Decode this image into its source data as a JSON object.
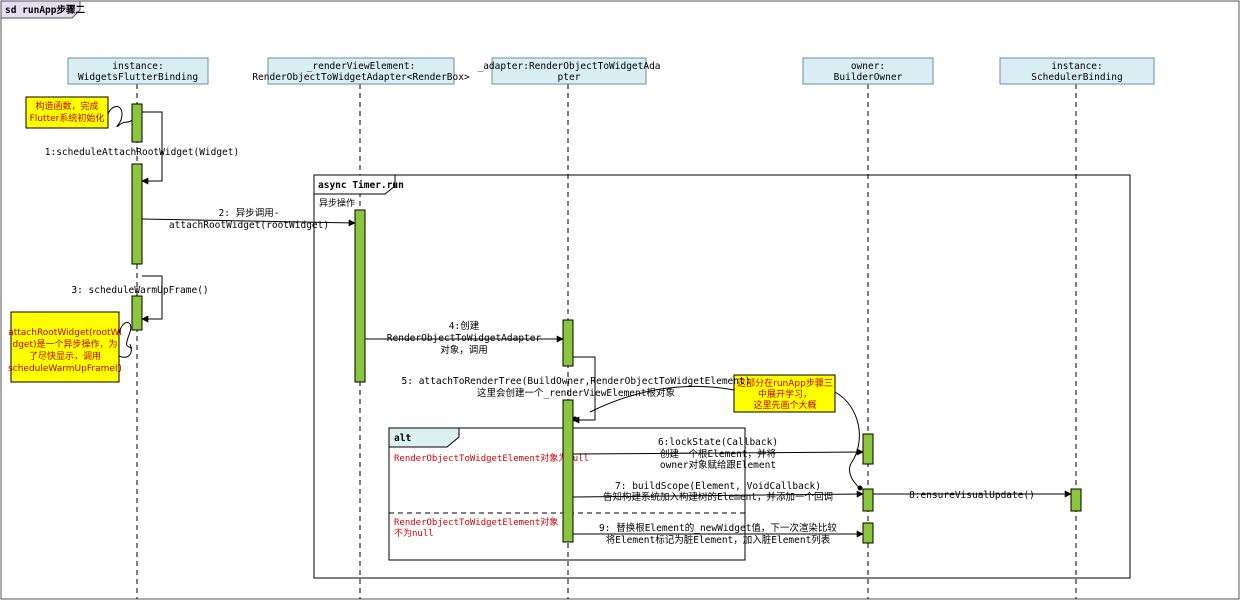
{
  "frame_title": "sd runApp步骤二",
  "participants": [
    {
      "line1": "instance:",
      "line2": "WidgetsFlutterBinding"
    },
    {
      "line1": "_renderViewElement:",
      "line2": "RenderObjectToWidgetAdapter<RenderBox>"
    },
    {
      "line1": "_adapter:RenderObjectToWidgetAda",
      "line2": "pter"
    },
    {
      "line1": "owner:",
      "line2": "BuilderOwner"
    },
    {
      "line1": "instance:",
      "line2": "SchedulerBinding"
    }
  ],
  "notes": {
    "init": [
      "构造函数，完成",
      "Flutter系统初始化"
    ],
    "warmup": [
      "attachRootWidget(rootWi",
      "dget)是一个异步操作，为",
      "了尽快显示，调用",
      "scheduleWarmUpFrame()"
    ],
    "runapp3": [
      "这部分在runApp步骤三",
      "中展开学习，",
      "这里先画个大概"
    ]
  },
  "fragments": {
    "async_label": "async Timer.run",
    "async_guard": "异步操作",
    "alt_label": "alt",
    "alt_guard1": "RenderObjectToWidgetElement对象为null",
    "alt_guard2": [
      "RenderObjectToWidgetElement对象",
      "不为null"
    ]
  },
  "messages": {
    "m1": "1:scheduleAttachRootWidget(Widget)",
    "m2": [
      "2: 异步调用-",
      "attachRootWidget(rootWidget)"
    ],
    "m3": "3: scheduleWarmUpFrame()",
    "m4": [
      "4:创建",
      "RenderObjectToWidgetAdapter",
      "对象，调用"
    ],
    "m5": [
      "5: attachToRenderTree(BuildOwner,RenderObjectToWidgetElement)",
      "这里会创建一个_renderViewElement根对象"
    ],
    "m6": [
      "6:lockState(Callback)",
      "创建一个根Element，并将",
      "owner对象赋给跟Element"
    ],
    "m7": [
      "7: buildScope(Element, VoidCallback)",
      "告知构建系统加入构建树的Element，并添加一个回调"
    ],
    "m8": "8:ensureVisualUpdate()",
    "m9": [
      "9: 替换根Element的_newWidget值，下一次渲染比较",
      "将Element标记为脏Element，加入脏Element列表"
    ]
  },
  "colors": {
    "header_fill": "#d9eef3",
    "activation_fill": "#8cc63f",
    "note_fill": "#ffff00",
    "frame_tab_fill": "#e3def0",
    "alt_tab_fill": "#ddf0f0"
  }
}
